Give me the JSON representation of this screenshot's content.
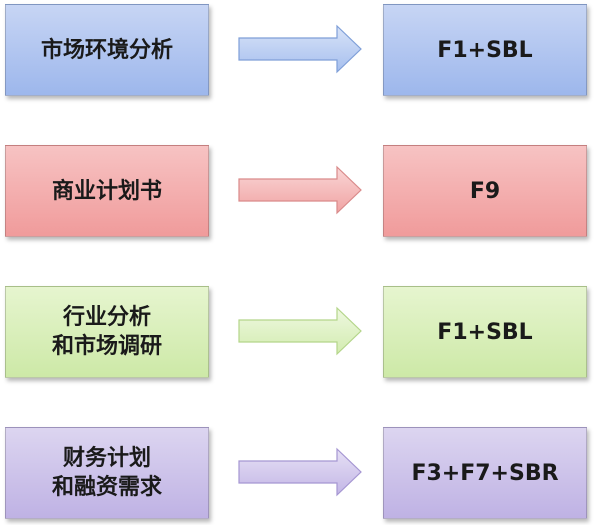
{
  "rows": [
    {
      "left": "市场环境分析",
      "right": "F1+SBL"
    },
    {
      "left": "商业计划书",
      "right": "F9"
    },
    {
      "left": "行业分析\n和市场调研",
      "right": "F1+SBL"
    },
    {
      "left": "财务计划\n和融资需求",
      "right": "F3+F7+SBR"
    }
  ],
  "colors": {
    "blue": "#a9c0ee",
    "red": "#f2a8a8",
    "green": "#d6edb4",
    "purple": "#c9bde8"
  }
}
